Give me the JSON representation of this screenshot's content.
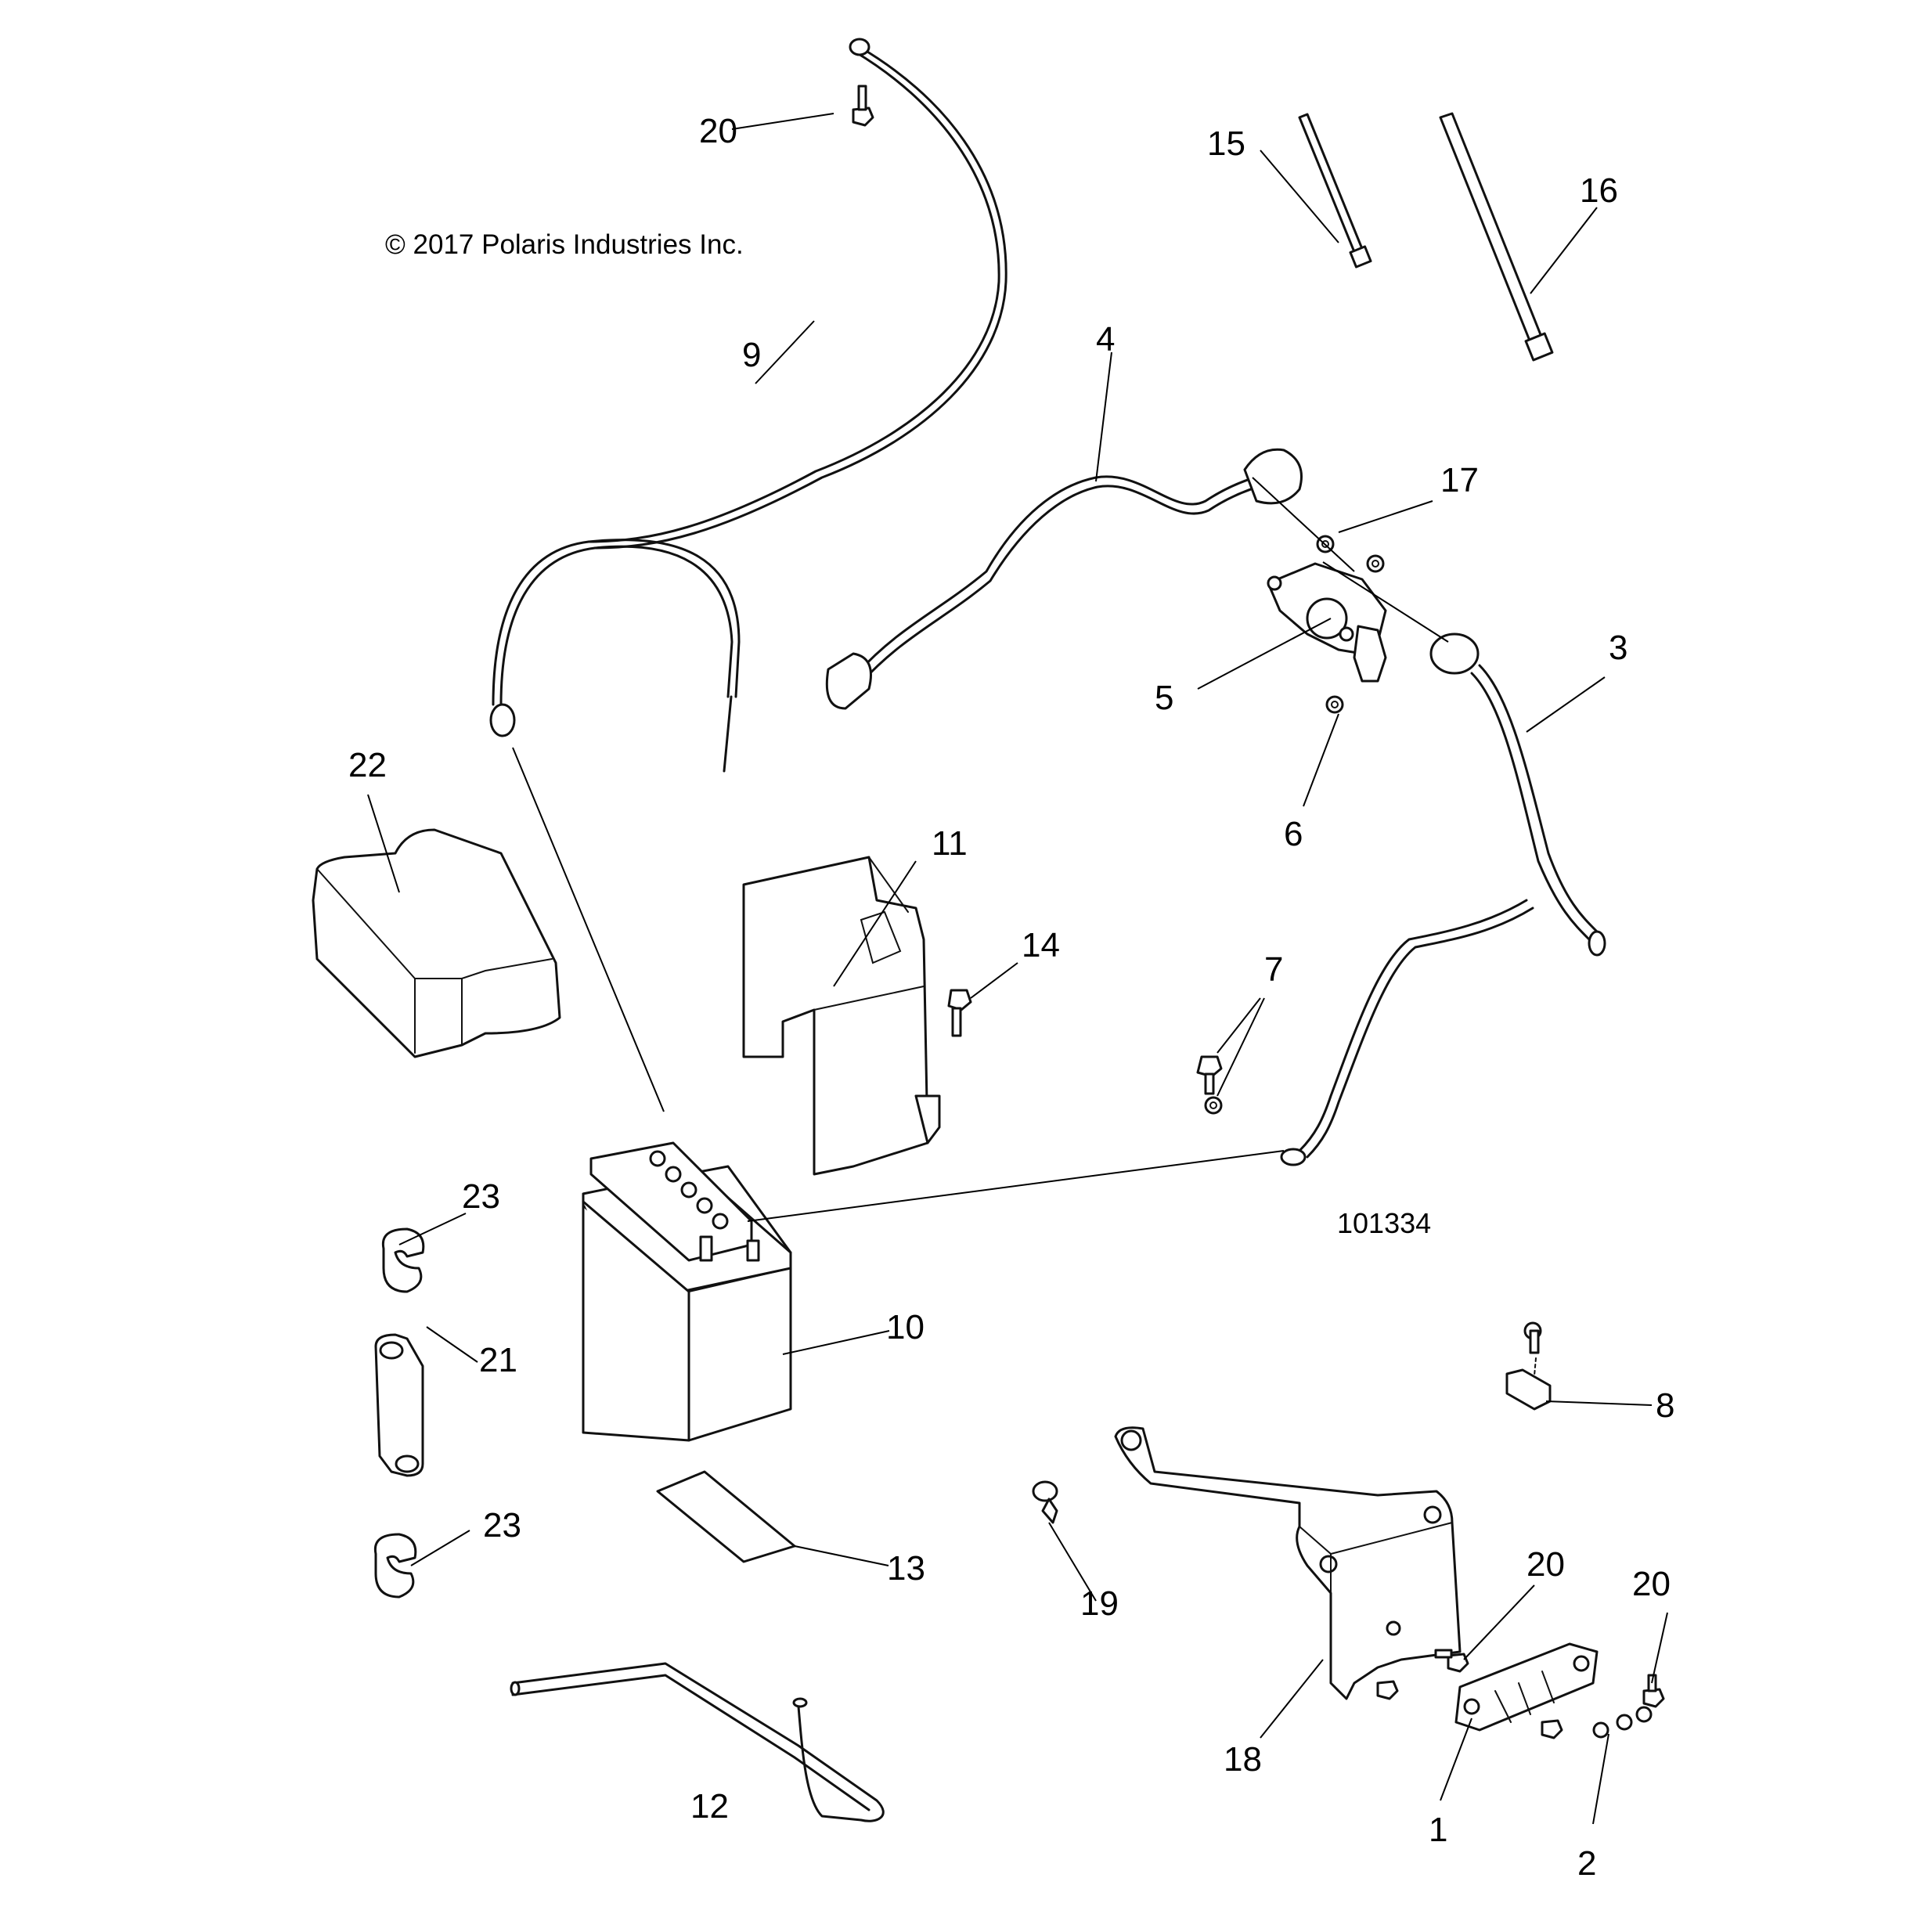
{
  "copyright": "© 2017 Polaris Industries Inc.",
  "figure_number": "101334",
  "callouts": {
    "c1": "1",
    "c2": "2",
    "c3": "3",
    "c4": "4",
    "c5": "5",
    "c6": "6",
    "c7": "7",
    "c8": "8",
    "c9": "9",
    "c10": "10",
    "c11": "11",
    "c12": "12",
    "c13": "13",
    "c14": "14",
    "c15": "15",
    "c16": "16",
    "c17": "17",
    "c18": "18",
    "c19": "19",
    "c20a": "20",
    "c20b": "20",
    "c20c": "20",
    "c21": "21",
    "c22": "22",
    "c23a": "23",
    "c23b": "23"
  }
}
